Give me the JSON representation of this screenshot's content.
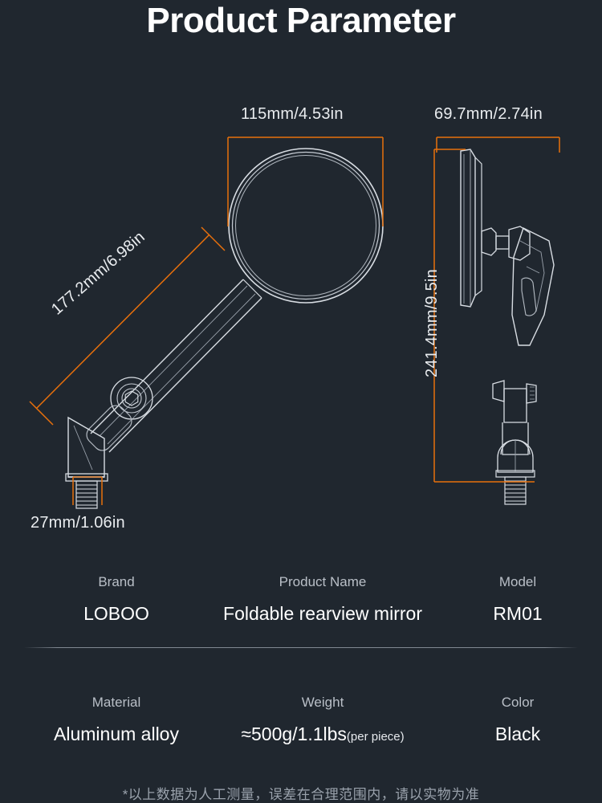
{
  "page": {
    "title": "Product Parameter",
    "background_color": "#20272f",
    "accent_color": "#e8700c",
    "line_color": "#d8dde3"
  },
  "dimensions": {
    "mirror_width": "115mm/4.53in",
    "mirror_depth": "69.7mm/2.74in",
    "arm_length": "177.2mm/6.98in",
    "total_height": "241.4mm/9.5in",
    "base_width": "27mm/1.06in"
  },
  "spec_rows": [
    {
      "cells": [
        {
          "label": "Brand",
          "value": "LOBOO",
          "note": ""
        },
        {
          "label": "Product Name",
          "value": "Foldable rearview mirror",
          "note": ""
        },
        {
          "label": "Model",
          "value": "RM01",
          "note": ""
        }
      ]
    },
    {
      "cells": [
        {
          "label": "Material",
          "value": "Aluminum alloy",
          "note": ""
        },
        {
          "label": "Weight",
          "value": "≈500g/1.1lbs",
          "note": "(per piece)"
        },
        {
          "label": "Color",
          "value": "Black",
          "note": ""
        }
      ]
    }
  ],
  "footnote": "*以上数据为人工测量，误差在合理范围内，请以实物为准"
}
